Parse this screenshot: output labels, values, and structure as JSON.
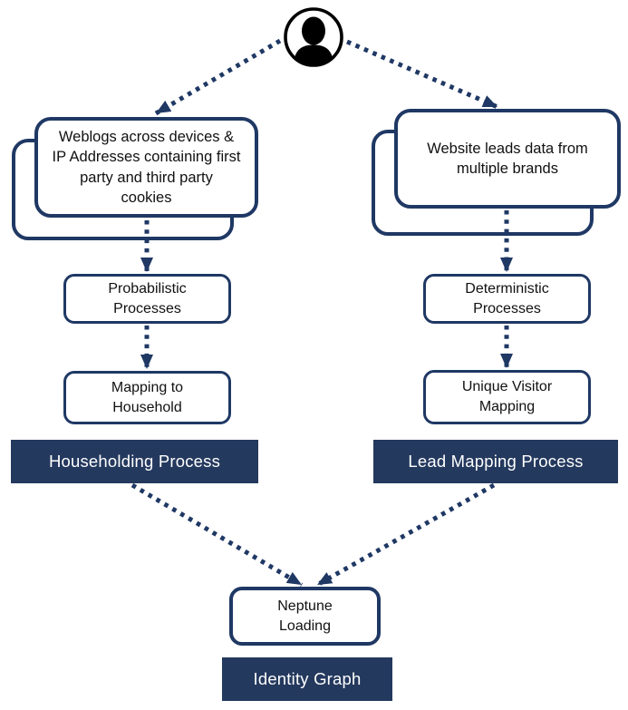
{
  "colors": {
    "navy": "#1f3864",
    "banner_fill": "#24395e",
    "box_text": "#111111",
    "banner_text": "#ffffff",
    "icon_black": "#000000",
    "background": "#ffffff"
  },
  "person": {
    "icon": "person-icon"
  },
  "left_branch": {
    "source": "Weblogs across devices &\nIP Addresses containing first\nparty and third party\ncookies",
    "step1": "Probabilistic\nProcesses",
    "step2": "Mapping to\nHousehold",
    "banner": "Householding Process"
  },
  "right_branch": {
    "source": "Website leads data from\nmultiple brands",
    "step1": "Deterministic\nProcesses",
    "step2": "Unique Visitor\nMapping",
    "banner": "Lead Mapping Process"
  },
  "merge": {
    "step": "Neptune\nLoading",
    "banner": "Identity Graph"
  }
}
